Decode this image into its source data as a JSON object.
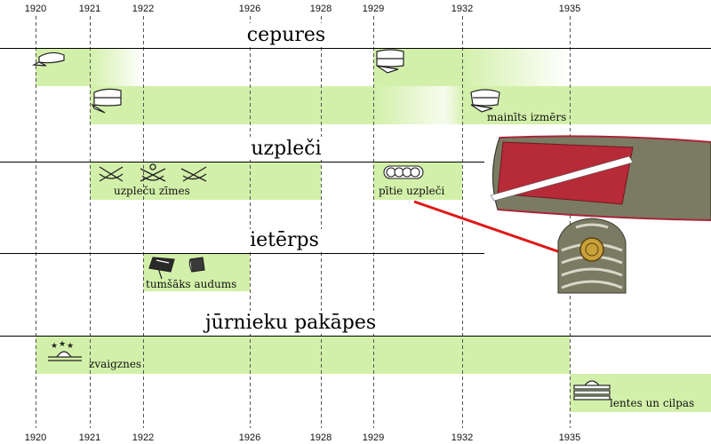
{
  "years": [
    "1920",
    "1921",
    "1922",
    "1926",
    "1928",
    "1929",
    "1932",
    "1935"
  ],
  "sections": {
    "cepures": "cepures",
    "uzpleci": "uzpleči",
    "ieterps": "ietērps",
    "pakapes": "jūrnieku pakāpes"
  },
  "labels": {
    "mainits_izmers": "mainīts izmērs",
    "uzplecu_zimes": "uzpleču zīmes",
    "pitie_uzpleci": "pītie uzpleči",
    "tumsaks_audums": "tumšāks audums",
    "zvaigznes": "zvaigznes",
    "lentes_un_cilpas": "lentes un cilpas"
  },
  "colors": {
    "band": "#d3f0aa",
    "shoulder_board": "#7a7a62",
    "stripe": "#b72a37",
    "connector": "#e01818"
  },
  "icons": [
    "cap-icon",
    "crossed-anchors-icon",
    "braided-cord-icon",
    "cloth-swatch-icon",
    "stars-rank-icon",
    "ribbons-rank-icon"
  ]
}
